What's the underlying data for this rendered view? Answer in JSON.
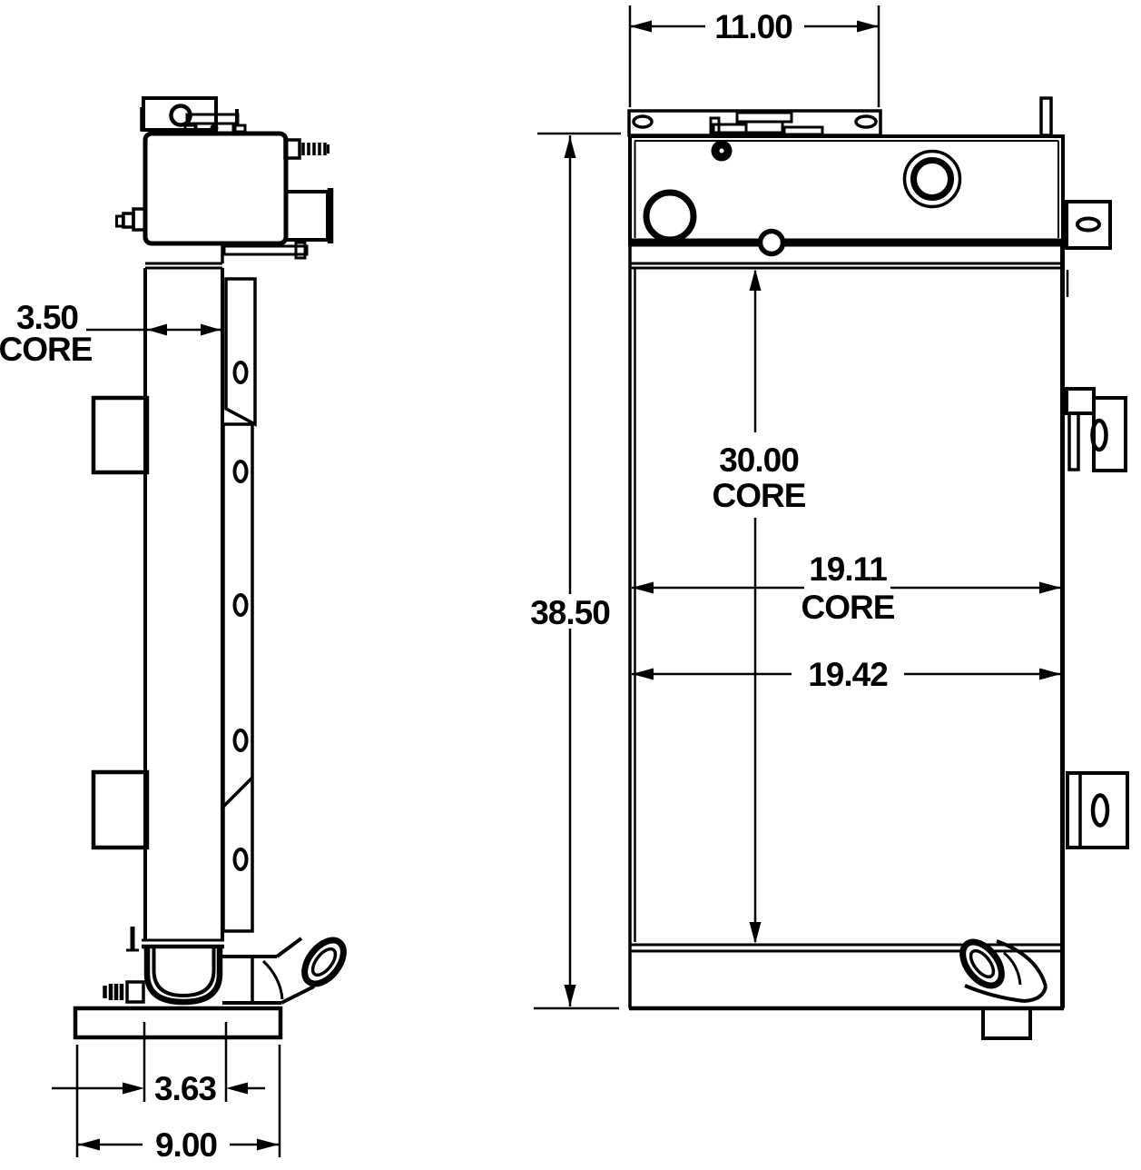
{
  "colors": {
    "line": "#000000",
    "background": "#ffffff"
  },
  "dimensions": {
    "side": {
      "core_depth": {
        "value": "3.50",
        "suffix": "CORE"
      },
      "foot_inner_width": "3.63",
      "foot_width": "9.00"
    },
    "front": {
      "tank_width": "11.00",
      "overall_height": "38.50",
      "core_height": {
        "value": "30.00",
        "suffix": "CORE"
      },
      "core_width": {
        "value": "19.11",
        "suffix": "CORE"
      },
      "overall_width": "19.42"
    }
  }
}
